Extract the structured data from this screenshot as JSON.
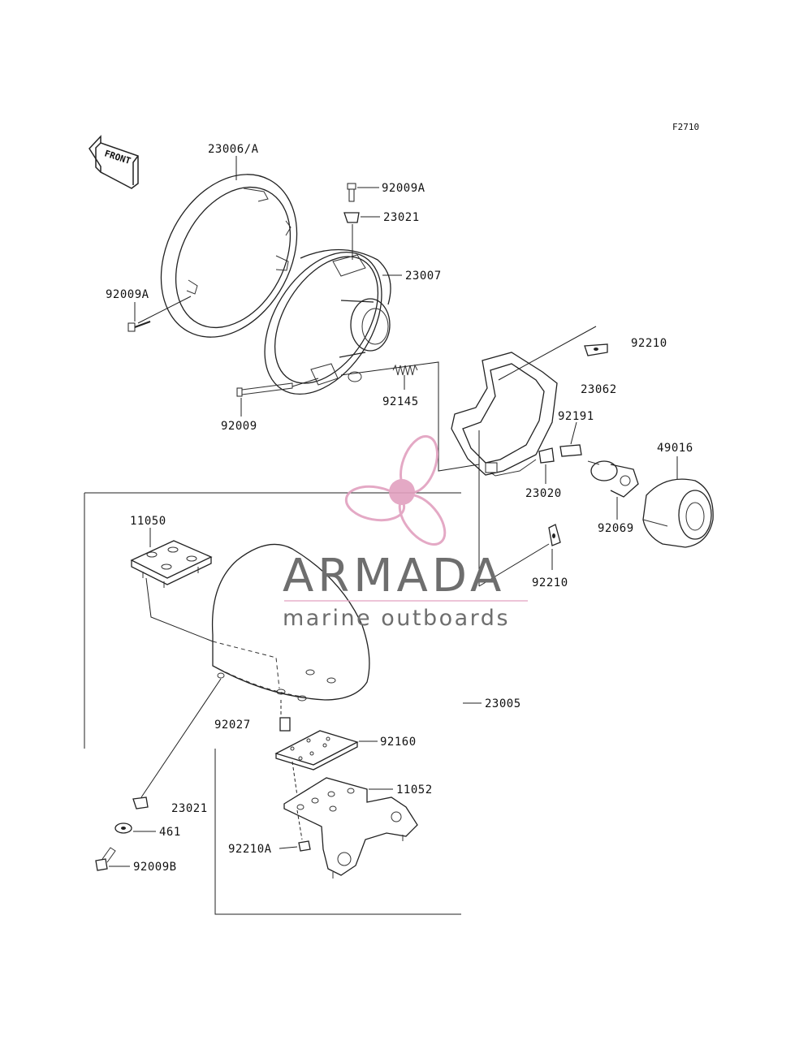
{
  "figure_code": "F2710",
  "front_label": "FRONT",
  "watermark": {
    "title": "ARMADA",
    "subtitle": "marine outboards",
    "accent_color": "#e2a0bf",
    "text_color": "#6e6e6e"
  },
  "labels": {
    "p23006a": "23006/A",
    "p92009a_top": "92009A",
    "p23021_top": "23021",
    "p23007": "23007",
    "p92009a_left": "92009A",
    "p92210_top": "92210",
    "p23062": "23062",
    "p92145": "92145",
    "p92009": "92009",
    "p92191": "92191",
    "p49016": "49016",
    "p23020": "23020",
    "p92069": "92069",
    "p11050": "11050",
    "p92210_mid": "92210",
    "p23005": "23005",
    "p92027": "92027",
    "p92160": "92160",
    "p11052": "11052",
    "p23021_bottom": "23021",
    "p461": "461",
    "p92210a": "92210A",
    "p92009b": "92009B"
  }
}
